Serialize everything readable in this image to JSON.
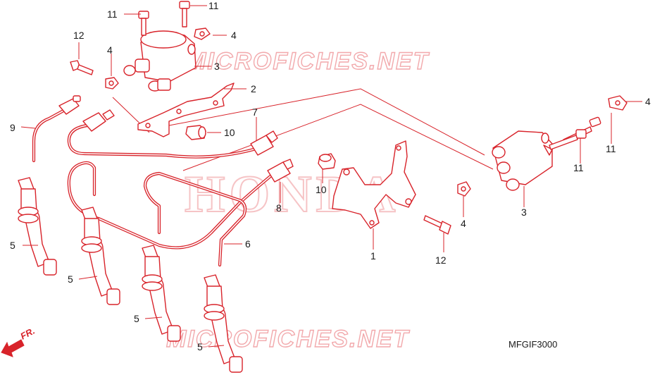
{
  "diagram": {
    "code": "MFGIF3000",
    "watermark_top": "MICROFICHES.NET",
    "watermark_bottom": "MICROFICHES.NET",
    "brand_watermark": "HONDA",
    "direction_label": "FR.",
    "callouts": {
      "c1": "1",
      "c2": "2",
      "c3a": "3",
      "c3b": "3",
      "c4a": "4",
      "c4b": "4",
      "c4c": "4",
      "c4d": "4",
      "c5a": "5",
      "c5b": "5",
      "c5c": "5",
      "c5d": "5",
      "c6": "6",
      "c7": "7",
      "c8": "8",
      "c9": "9",
      "c10a": "10",
      "c10b": "10",
      "c11a": "11",
      "c11b": "11",
      "c11c": "11",
      "c11d": "11",
      "c12a": "12",
      "c12b": "12"
    },
    "colors": {
      "line": "#d8232a",
      "text": "#1a1a1a",
      "watermark": "#f2a9ac"
    }
  }
}
